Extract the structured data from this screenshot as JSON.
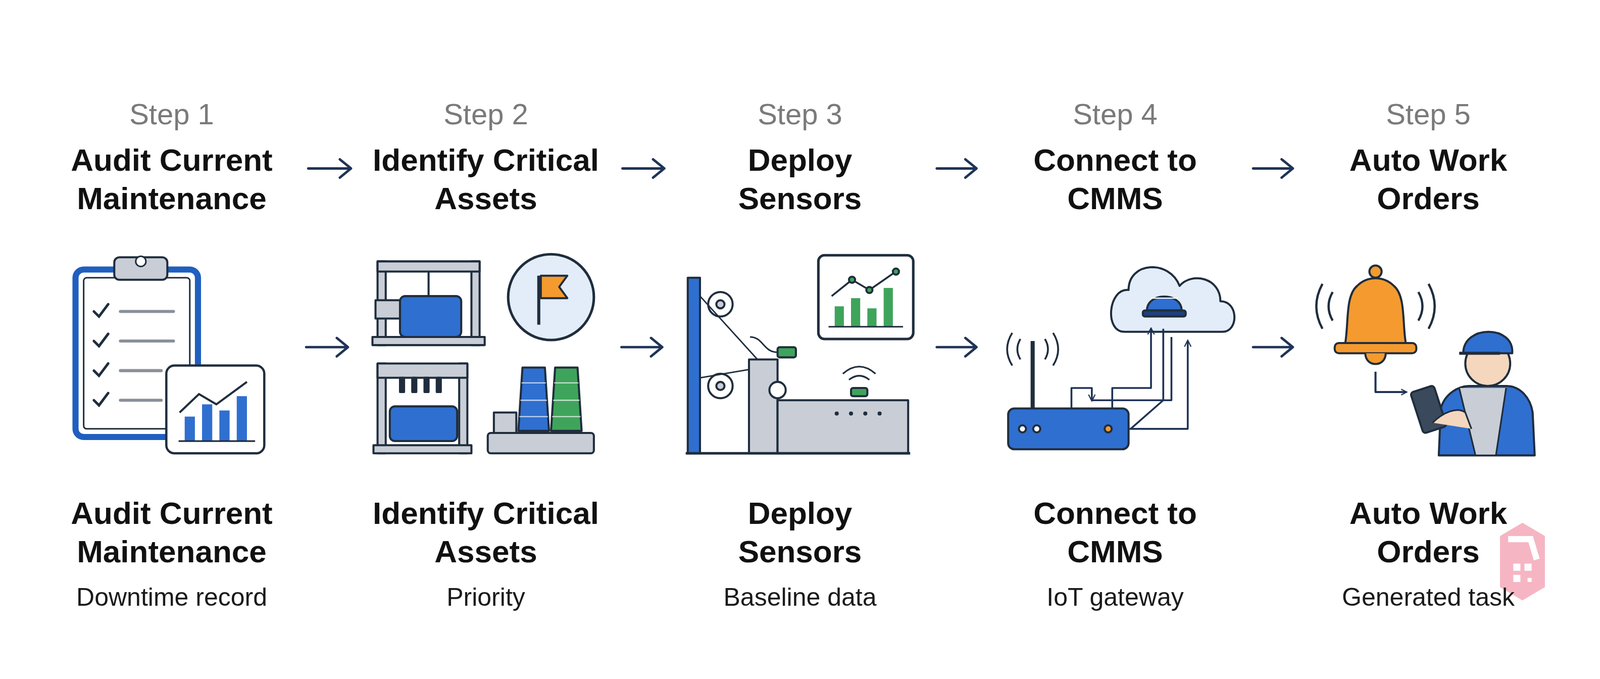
{
  "diagram": {
    "labels": [
      "Step 1",
      "Audit Current Maintenance",
      "Audit Current Maintenance",
      "Downtime record",
      "Step 2",
      "Identify Critical Assets",
      "Identify Critical Assets",
      "Priority",
      "Step 3",
      "Deploy Sensors",
      "Deploy Sensors",
      "Baseline data",
      "Step 4",
      "Connect to CMMS",
      "Connect to CMMS",
      "IoT gateway",
      "Step 5",
      "Auto Work Orders",
      "Auto Work Orders",
      "Generated task"
    ]
  }
}
